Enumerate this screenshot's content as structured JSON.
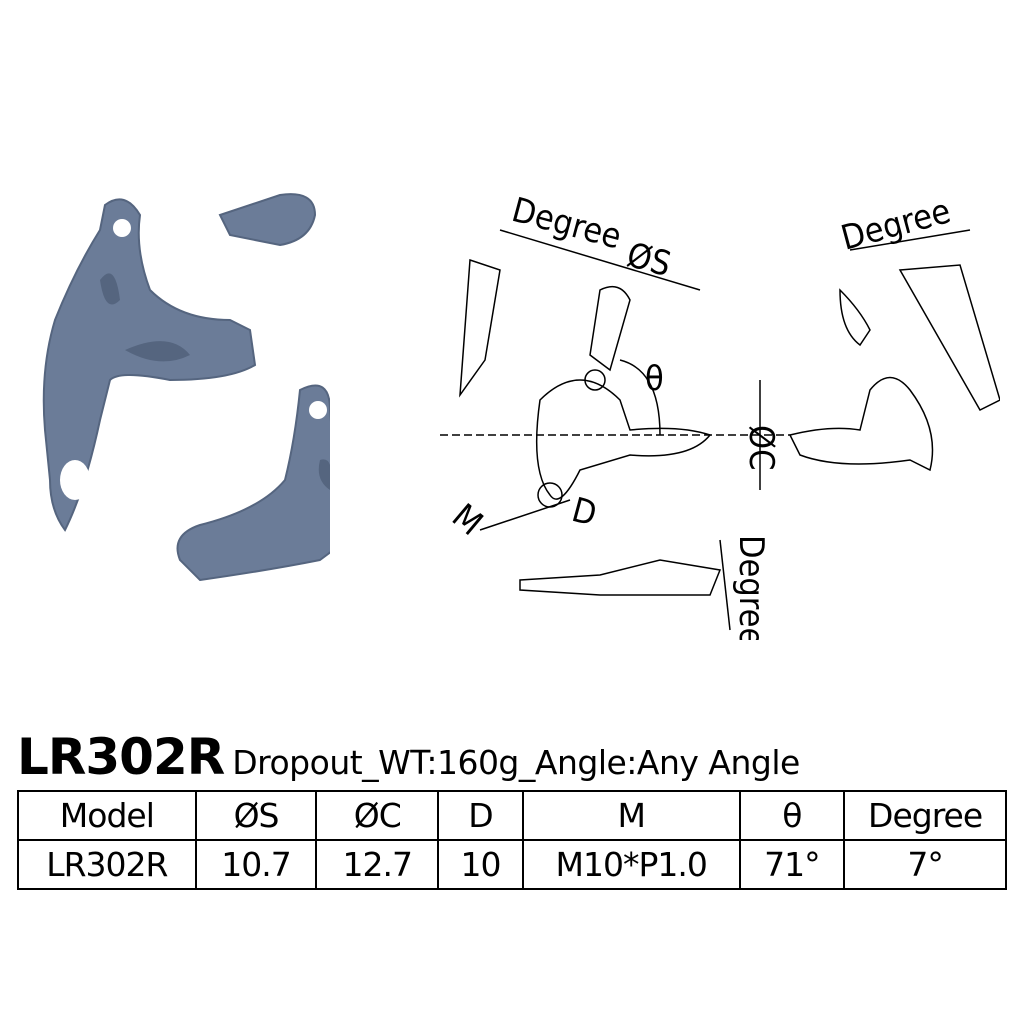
{
  "product": {
    "model": "LR302R",
    "description": "Dropout_WT:160g_Angle:Any Angle"
  },
  "diagram": {
    "labels": {
      "degree_top_left": "Degree",
      "diameter_s": "ØS",
      "theta": "θ",
      "diameter_c": "ØC",
      "m": "M",
      "d": "D",
      "degree_top_right": "Degree",
      "degree_bottom": "Degree"
    }
  },
  "colors": {
    "part": "#6b7c98",
    "part_dark": "#4f5e78"
  },
  "spec_table": {
    "headers": [
      "Model",
      "ØS",
      "ØC",
      "D",
      "M",
      "θ",
      "Degree"
    ],
    "rows": [
      [
        "LR302R",
        "10.7",
        "12.7",
        "10",
        "M10*P1.0",
        "71°",
        "7°"
      ]
    ]
  }
}
